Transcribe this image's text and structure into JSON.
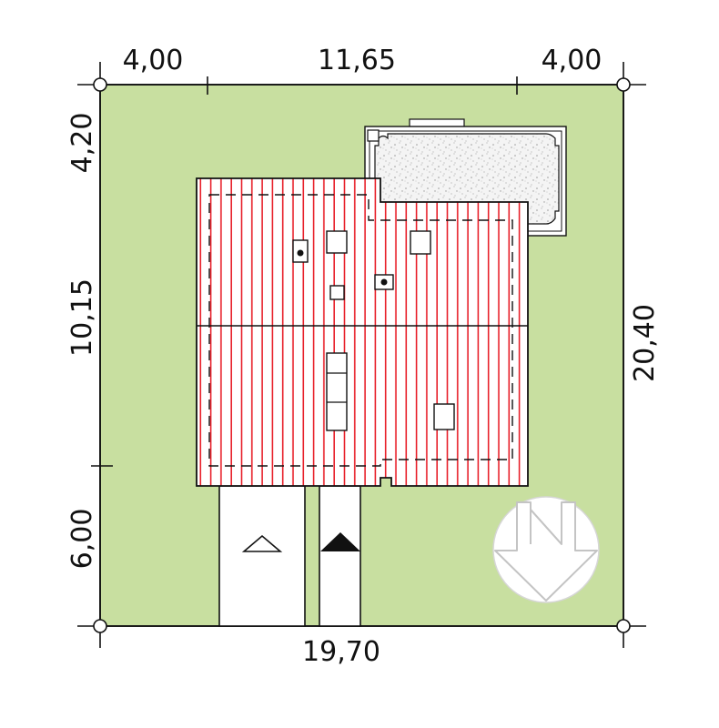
{
  "dimensions": {
    "top_left": "4,00",
    "top_middle": "11,65",
    "top_right": "4,00",
    "left_top": "4,20",
    "left_middle": "10,15",
    "left_bottom": "6,00",
    "right": "20,40",
    "bottom": "19,70"
  },
  "colors": {
    "plot": "#c8dfa0",
    "roof_stripe": "#e8202a",
    "roof_fill": "#ffffff",
    "line": "#111111",
    "pool_texture": "#e6e6e6",
    "compass": "#d8d8d8"
  },
  "icons": {
    "north_arrow": "north-arrow-icon",
    "entrance_car": "triangle-outline-icon",
    "entrance_pedestrian": "triangle-filled-icon"
  }
}
